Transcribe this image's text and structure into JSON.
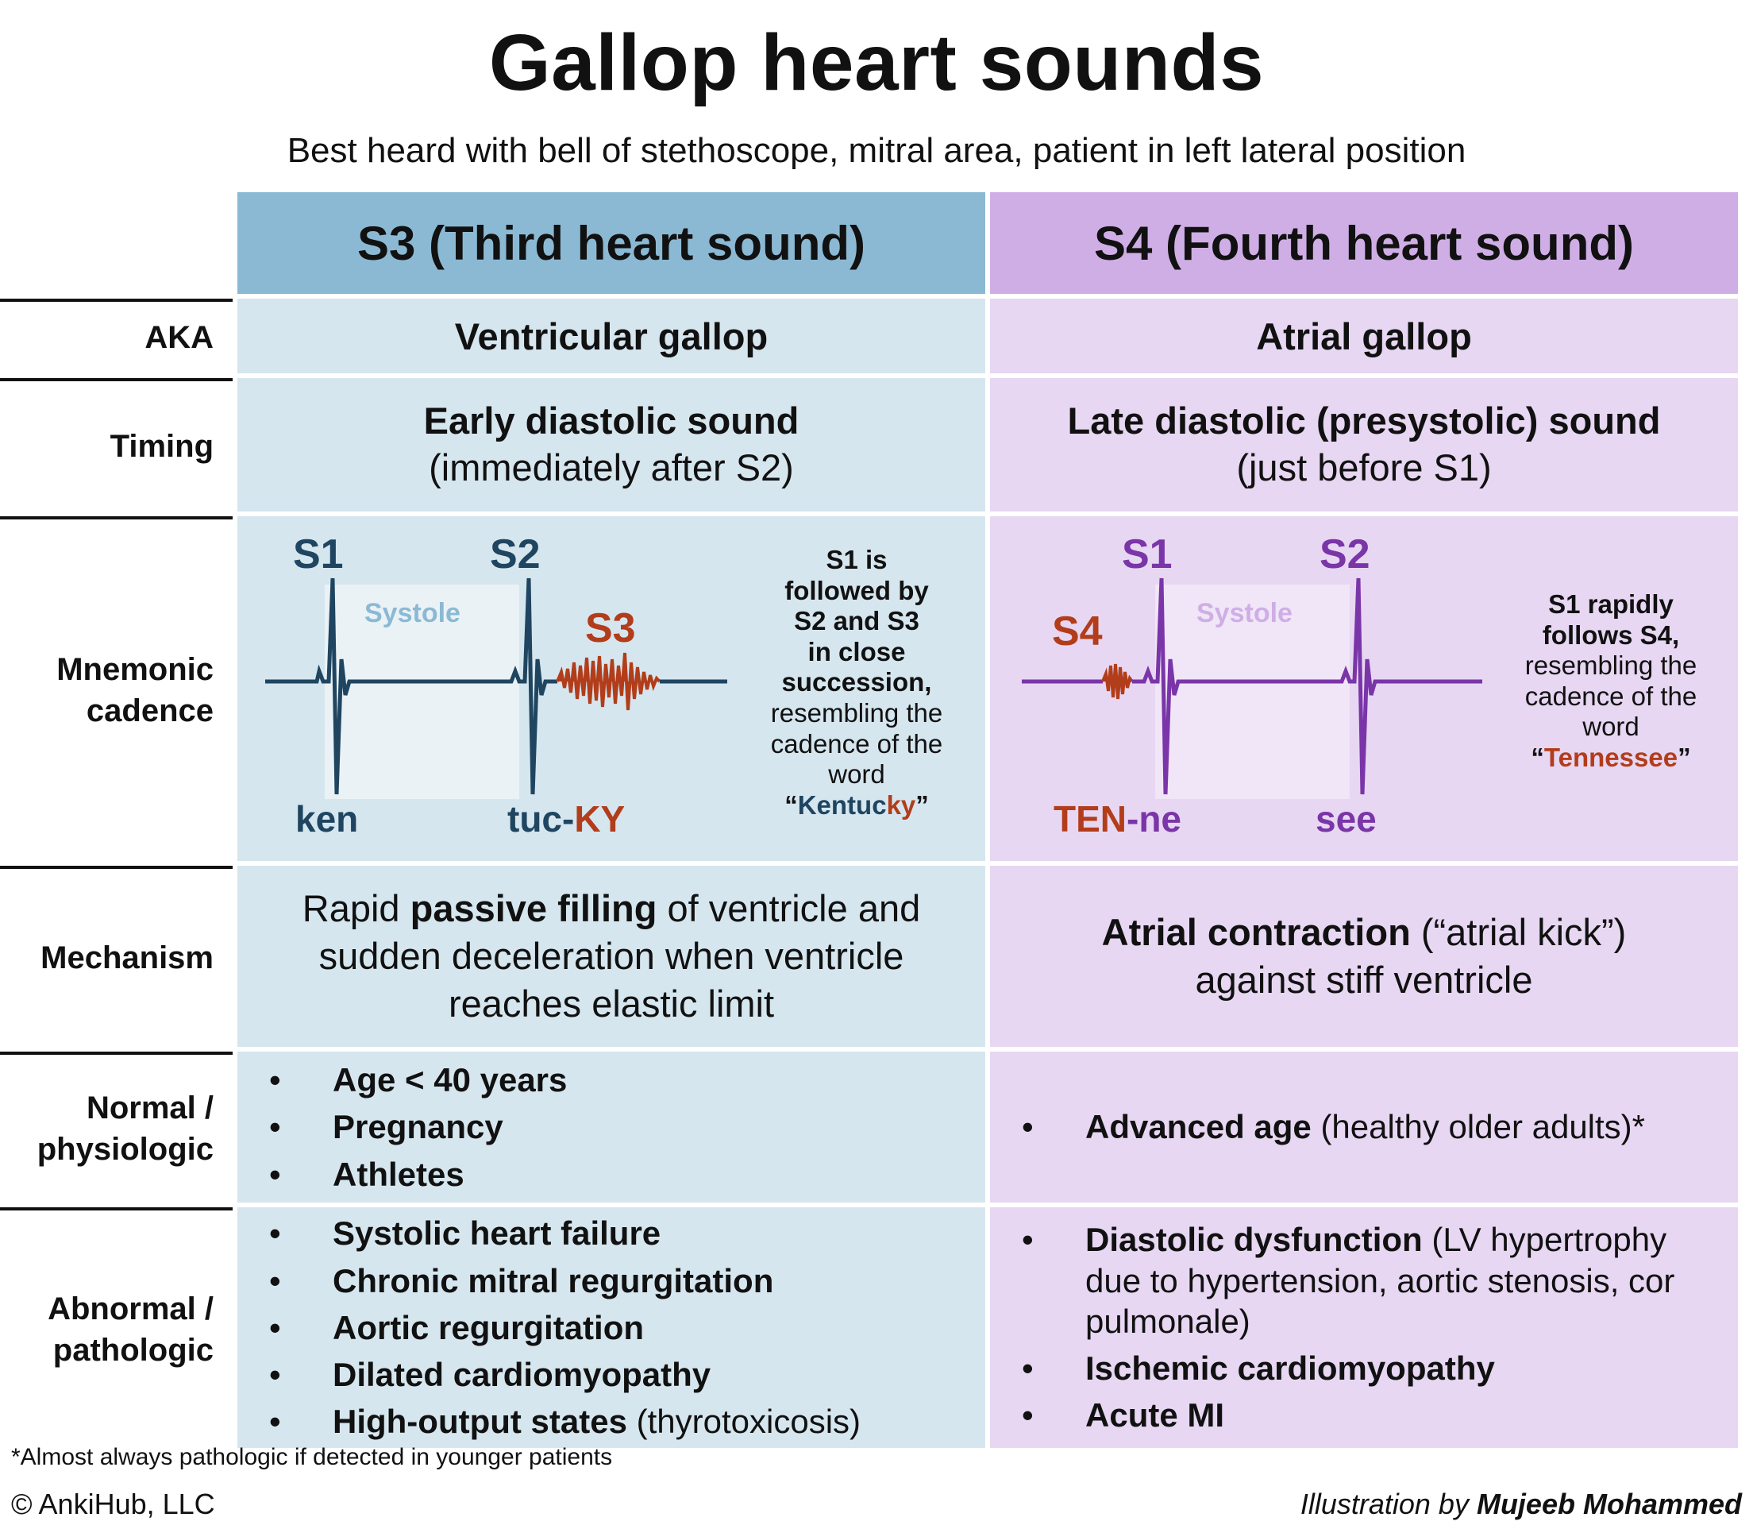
{
  "title": "Gallop heart sounds",
  "subtitle": "Best heard with bell of stethoscope, mitral area, patient in left lateral position",
  "columns": {
    "s3": "S3 (Third heart sound)",
    "s4": "S4 (Fourth heart sound)"
  },
  "rows": {
    "aka": {
      "label": "AKA",
      "s3": "Ventricular gallop",
      "s4": "Atrial gallop"
    },
    "timing": {
      "label": "Timing",
      "s3_main": "Early diastolic sound",
      "s3_sub": "(immediately after S2)",
      "s4_main": "Late diastolic (presystolic) sound",
      "s4_sub": "(just before S1)"
    },
    "mnemonic": {
      "label_1": "Mnemonic",
      "label_2": "cadence",
      "s3": {
        "s1": "S1",
        "s2": "S2",
        "s3": "S3",
        "systole": "Systole",
        "syll_1": "ken",
        "syll_2a": "tuc-",
        "syll_2b": "KY",
        "note_bold_1": "S1 is",
        "note_bold_2": "followed by",
        "note_bold_3": "S2 and S3",
        "note_bold_4": "in close",
        "note_bold_5": "succession,",
        "note_1": "resembling the",
        "note_2": "cadence of the",
        "note_3": "word",
        "word_open": "“",
        "word_a": "Kentuc",
        "word_b": "ky",
        "word_close": "”"
      },
      "s4": {
        "s1": "S1",
        "s2": "S2",
        "s4": "S4",
        "systole": "Systole",
        "syll_1a": "TEN",
        "syll_1b": "-ne",
        "syll_2": "see",
        "note_bold_1": "S1 rapidly",
        "note_bold_2": "follows S4,",
        "note_1": "resembling the",
        "note_2": "cadence of the",
        "note_3": "word",
        "word_open": "“",
        "word": "Tennessee",
        "word_close": "”"
      }
    },
    "mechanism": {
      "label": "Mechanism",
      "s3_a": "Rapid ",
      "s3_b": "passive filling",
      "s3_c": " of ventricle and sudden deceleration when ventricle reaches elastic limit",
      "s4_a": "Atrial contraction",
      "s4_b": " (“atrial kick”) against stiff ventricle"
    },
    "normal": {
      "label_1": "Normal /",
      "label_2": "physiologic",
      "s3": [
        "Age < 40 years",
        "Pregnancy",
        "Athletes"
      ],
      "s4_bold": "Advanced age",
      "s4_rest": " (healthy older adults)*"
    },
    "abnormal": {
      "label_1": "Abnormal /",
      "label_2": "pathologic",
      "s3": [
        "Systolic heart failure",
        "Chronic mitral regurgitation",
        "Aortic regurgitation",
        "Dilated cardiomyopathy"
      ],
      "s3_last_bold": "High-output states",
      "s3_last_rest": " (thyrotoxicosis)",
      "s4_1_bold": "Diastolic dysfunction",
      "s4_1_rest": " (LV hypertrophy due to hypertension, aortic stenosis, cor pulmonale)",
      "s4_2": "Ischemic cardiomyopathy",
      "s4_3": "Acute MI"
    }
  },
  "bullet": "•",
  "footnote": "*Almost always pathologic if detected in younger patients",
  "copyright": "© AnkiHub, LLC",
  "credit_prefix": "Illustration by ",
  "credit_name": "Mujeeb Mohammed",
  "colors": {
    "s3_header": "#8bb9d4",
    "s3_body": "#d6e6ef",
    "s3_wave": "#1f4560",
    "s4_header": "#cfaee6",
    "s4_body": "#e7d7f2",
    "s4_wave": "#7a35a8",
    "accent": "#b23d1b"
  }
}
